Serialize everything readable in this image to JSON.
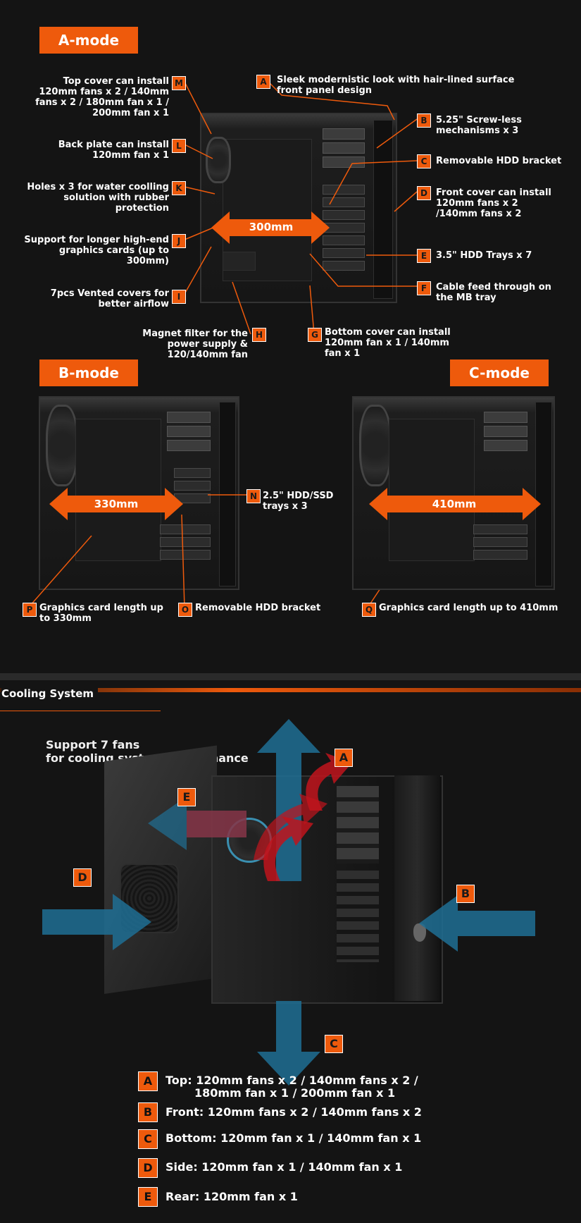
{
  "a_mode": {
    "title": "A-mode",
    "width_label": "300mm",
    "callouts": {
      "M": {
        "badge": "M",
        "text": "Top cover can install 120mm fans x 2 / 140mm fans x 2 / 180mm fan x 1 / 200mm fan x 1"
      },
      "L": {
        "badge": "L",
        "text": "Back plate can install 120mm fan x 1"
      },
      "K": {
        "badge": "K",
        "text": "Holes x 3 for water coolling solution with rubber protection"
      },
      "J": {
        "badge": "J",
        "text": "Support for longer high-end graphics cards (up to 300mm)"
      },
      "I": {
        "badge": "I",
        "text": "7pcs Vented covers for better airflow"
      },
      "H": {
        "badge": "H",
        "text": "Magnet filter for the power supply & 120/140mm fan"
      },
      "G": {
        "badge": "G",
        "text": "Bottom cover can install 120mm fan x 1 / 140mm fan x 1"
      },
      "A": {
        "badge": "A",
        "text": "Sleek modernistic look with hair-lined surface front panel design"
      },
      "B": {
        "badge": "B",
        "text": "5.25\" Screw-less mechanisms x 3"
      },
      "C": {
        "badge": "C",
        "text": "Removable HDD bracket"
      },
      "D": {
        "badge": "D",
        "text": "Front cover can install 120mm fans x 2 /140mm fans x 2"
      },
      "E": {
        "badge": "E",
        "text": "3.5\" HDD Trays x 7"
      },
      "F": {
        "badge": "F",
        "text": "Cable feed through on the MB tray"
      }
    }
  },
  "b_mode": {
    "title": "B-mode",
    "width_label": "330mm",
    "callouts": {
      "N": {
        "badge": "N",
        "text": "2.5\" HDD/SSD trays x 3"
      },
      "P": {
        "badge": "P",
        "text": "Graphics card length up to 330mm"
      },
      "O": {
        "badge": "O",
        "text": "Removable HDD bracket"
      }
    }
  },
  "c_mode": {
    "title": "C-mode",
    "width_label": "410mm",
    "callouts": {
      "Q": {
        "badge": "Q",
        "text": "Graphics card length up to 410mm"
      }
    }
  },
  "cooling": {
    "section_title": "Cooling System",
    "headline_1": "Support 7 fans",
    "headline_2": "for cooling system performance",
    "diagram_badges": {
      "A": "A",
      "B": "B",
      "C": "C",
      "D": "D",
      "E": "E"
    },
    "legend": [
      {
        "badge": "A",
        "text_1": "Top: 120mm fans x 2 / 140mm fans x 2 /",
        "text_2": "180mm fan x 1 / 200mm fan x 1"
      },
      {
        "badge": "B",
        "text_1": "Front: 120mm fans x 2 / 140mm fans x 2"
      },
      {
        "badge": "C",
        "text_1": "Bottom: 120mm fan x 1 / 140mm fan x 1"
      },
      {
        "badge": "D",
        "text_1": "Side: 120mm fan x 1 / 140mm fan x 1"
      },
      {
        "badge": "E",
        "text_1": "Rear: 120mm fan x 1"
      }
    ]
  },
  "colors": {
    "accent": "#ee5a0c",
    "background": "#141414",
    "air_blue": "#1f6f94",
    "air_red": "#c0141c"
  }
}
